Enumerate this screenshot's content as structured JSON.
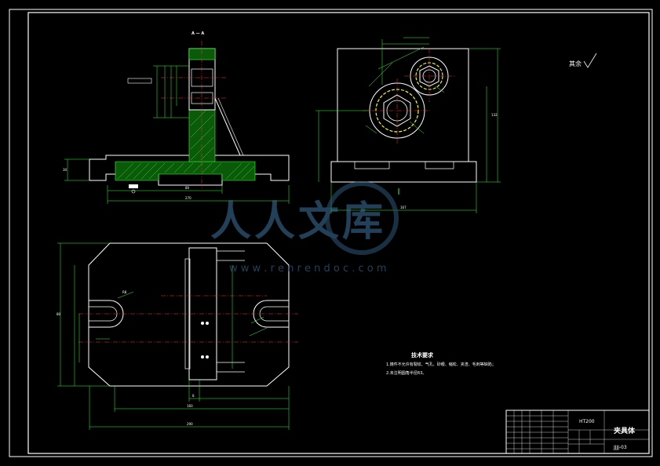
{
  "section_label": "A — A",
  "roughness_note": "其余",
  "tech_requirements": {
    "title": "技术要求",
    "items": [
      "1.铸件不允许有裂纹、气孔、砂眼、缩松、夹渣、毛刺等缺陷；",
      "2.未注明圆角半径R3。"
    ]
  },
  "title_block": {
    "material": "HT200",
    "part_name": "夹具体",
    "drawing_no": "JJJJ-03"
  },
  "watermark": {
    "text": "人人文库",
    "url": "w w w . r e n r e n d o c . c o m"
  },
  "colors": {
    "background": "#000000",
    "outline": "#ffffff",
    "dimension": "#33ff33",
    "centerline": "#ff3333",
    "cut_circle": "#ffff00",
    "hatch": "#33ff33",
    "border": "#ffffff"
  },
  "dimensions": {
    "base_width": "270",
    "base_inner": "80",
    "base_height": "30",
    "front_width": "167",
    "front_height": "132",
    "bottom_width": "290",
    "bottom_inner": "160",
    "bottom_mid": "8",
    "bottom_height": "80",
    "slot_radius": "R8"
  }
}
